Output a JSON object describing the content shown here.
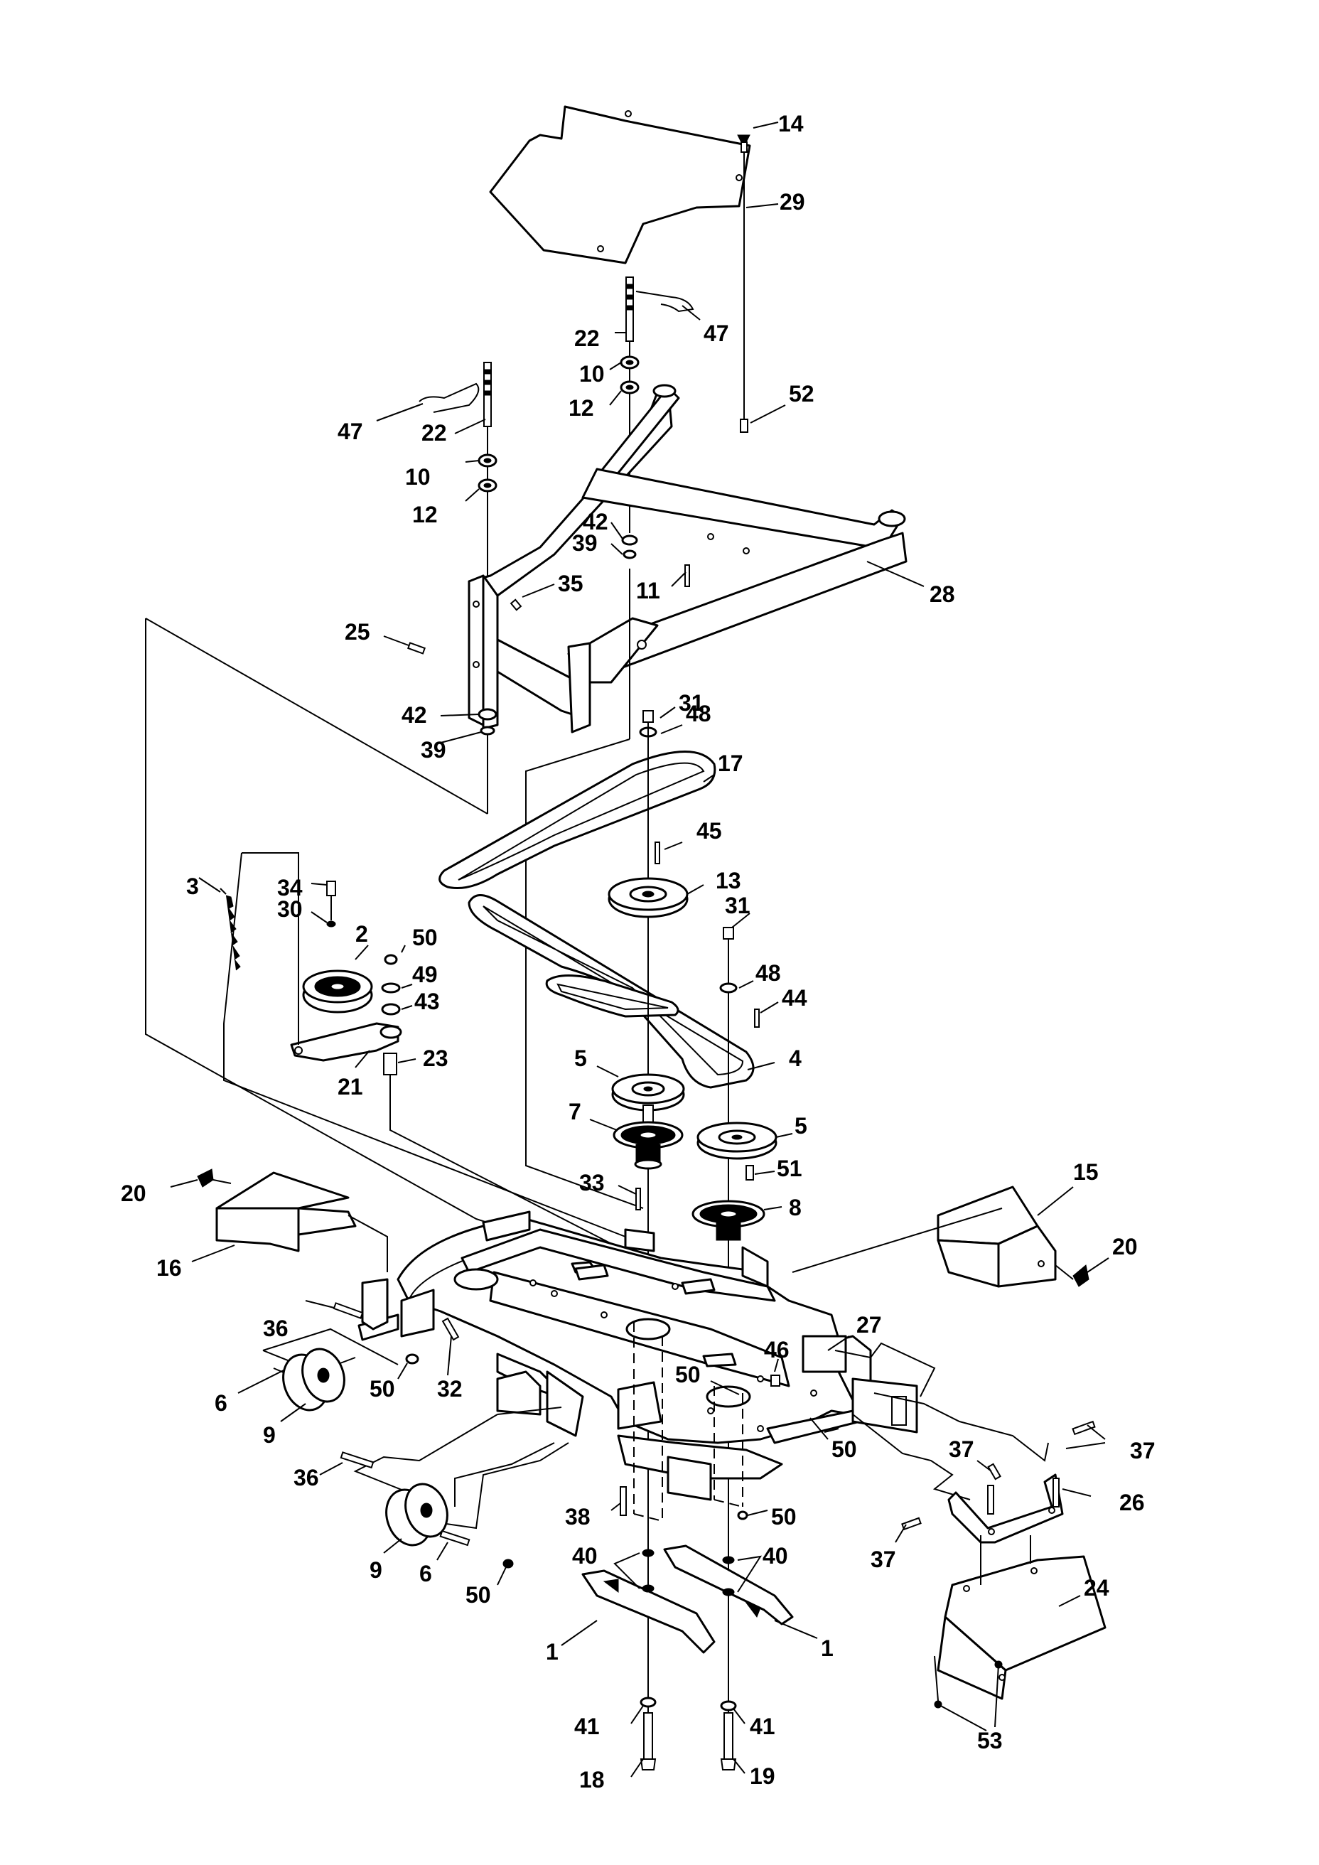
{
  "diagram": {
    "callouts": {
      "c14": "14",
      "c29": "29",
      "c22a": "22",
      "c47a": "47",
      "c10a": "10",
      "c12a": "12",
      "c52": "52",
      "c47b": "47",
      "c22b": "22",
      "c10b": "10",
      "c12b": "12",
      "c42a": "42",
      "c39a": "39",
      "c11": "11",
      "c28": "28",
      "c35": "35",
      "c25": "25",
      "c31a": "31",
      "c48a": "48",
      "c42b": "42",
      "c39b": "39",
      "c17": "17",
      "c45": "45",
      "c13": "13",
      "c34": "34",
      "c30": "30",
      "c3": "3",
      "c2": "2",
      "c50a": "50",
      "c49": "49",
      "c43": "43",
      "c31b": "31",
      "c48b": "48",
      "c44": "44",
      "c23": "23",
      "c21": "21",
      "c4": "4",
      "c5a": "5",
      "c7": "7",
      "c5b": "5",
      "c51": "51",
      "c15": "15",
      "c20a": "20",
      "c20b": "20",
      "c33": "33",
      "c8": "8",
      "c16": "16",
      "c36a": "36",
      "c27": "27",
      "c46": "46",
      "c50b": "50",
      "c6a": "6",
      "c50c": "50",
      "c32": "32",
      "c9a": "9",
      "c50d": "50",
      "c37a": "37",
      "c37b": "37",
      "c26": "26",
      "c36b": "36",
      "c38": "38",
      "c50e": "50",
      "c37c": "37",
      "c9b": "9",
      "c6b": "6",
      "c40a": "40",
      "c40b": "40",
      "c24": "24",
      "c50f": "50",
      "c1a": "1",
      "c1b": "1",
      "c41a": "41",
      "c41b": "41",
      "c53": "53",
      "c18": "18",
      "c19": "19"
    }
  }
}
